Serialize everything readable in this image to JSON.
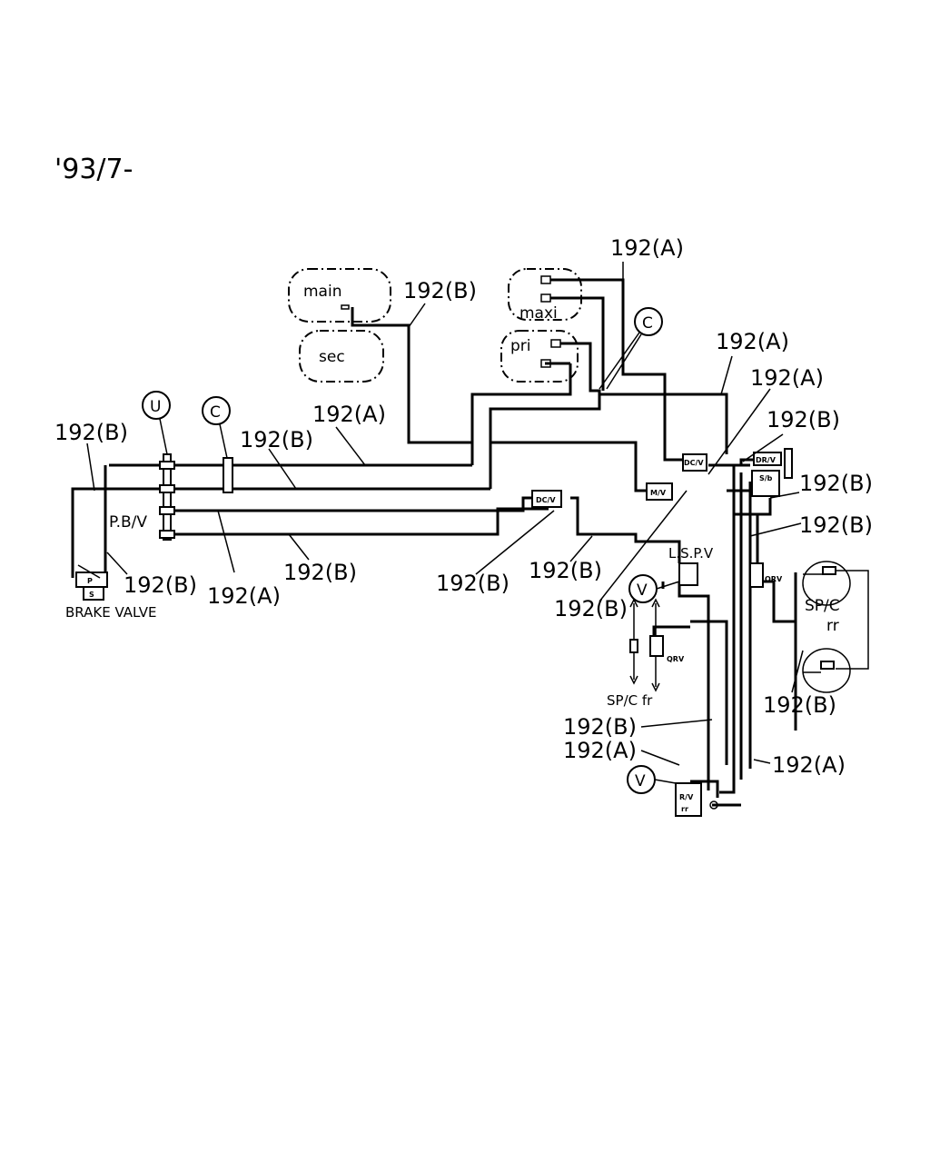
{
  "header": {
    "date_code": "'93/7-"
  },
  "tanks": {
    "main": "main",
    "sec": "sec",
    "maxi": "maxi",
    "pri": "pri"
  },
  "markers": {
    "c_top": "C",
    "c_left": "C",
    "u": "U",
    "v_upper": "V",
    "v_lower": "V"
  },
  "components": {
    "pbv": "P.B/V",
    "brake_valve_p": "P",
    "brake_valve_s": "S",
    "brake_valve": "BRAKE VALVE",
    "dcv_right": "DC/V",
    "dcv_center": "DC/V",
    "mv": "M/V",
    "drv": "DR/V",
    "sb": "S/b",
    "qrv_right": "QRV",
    "qrv_left": "QRV",
    "lspv": "L.S.P.V",
    "rv_rr_1": "R/V",
    "rv_rr_2": "rr",
    "spc_fr": "SP/C fr",
    "spc_rr_1": "SP/C",
    "spc_rr_2": "rr"
  },
  "callouts": [
    "192(A)",
    "192(B)",
    "192(A)",
    "192(A)",
    "192(B)",
    "192(B)",
    "192(B)",
    "192(B)",
    "192(A)",
    "192(B)",
    "192(B)",
    "192(A)",
    "192(B)",
    "192(B)",
    "192(B)",
    "192(B)",
    "192(B)",
    "192(B)",
    "192(A)",
    "192(A)"
  ]
}
